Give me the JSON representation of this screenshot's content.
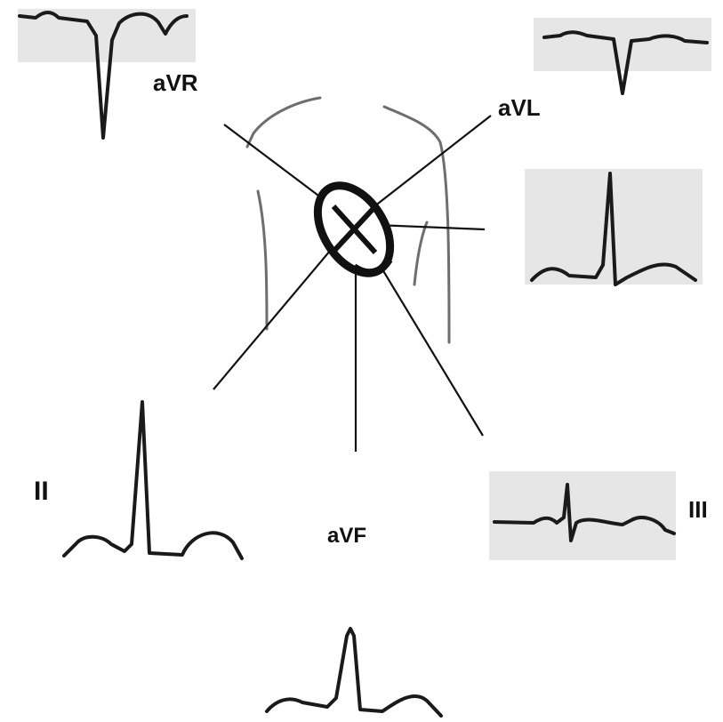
{
  "leads": {
    "avr": "aVR",
    "avl": "aVL",
    "ii": "II",
    "avf": "aVF",
    "iii": "III",
    "i": ""
  }
}
